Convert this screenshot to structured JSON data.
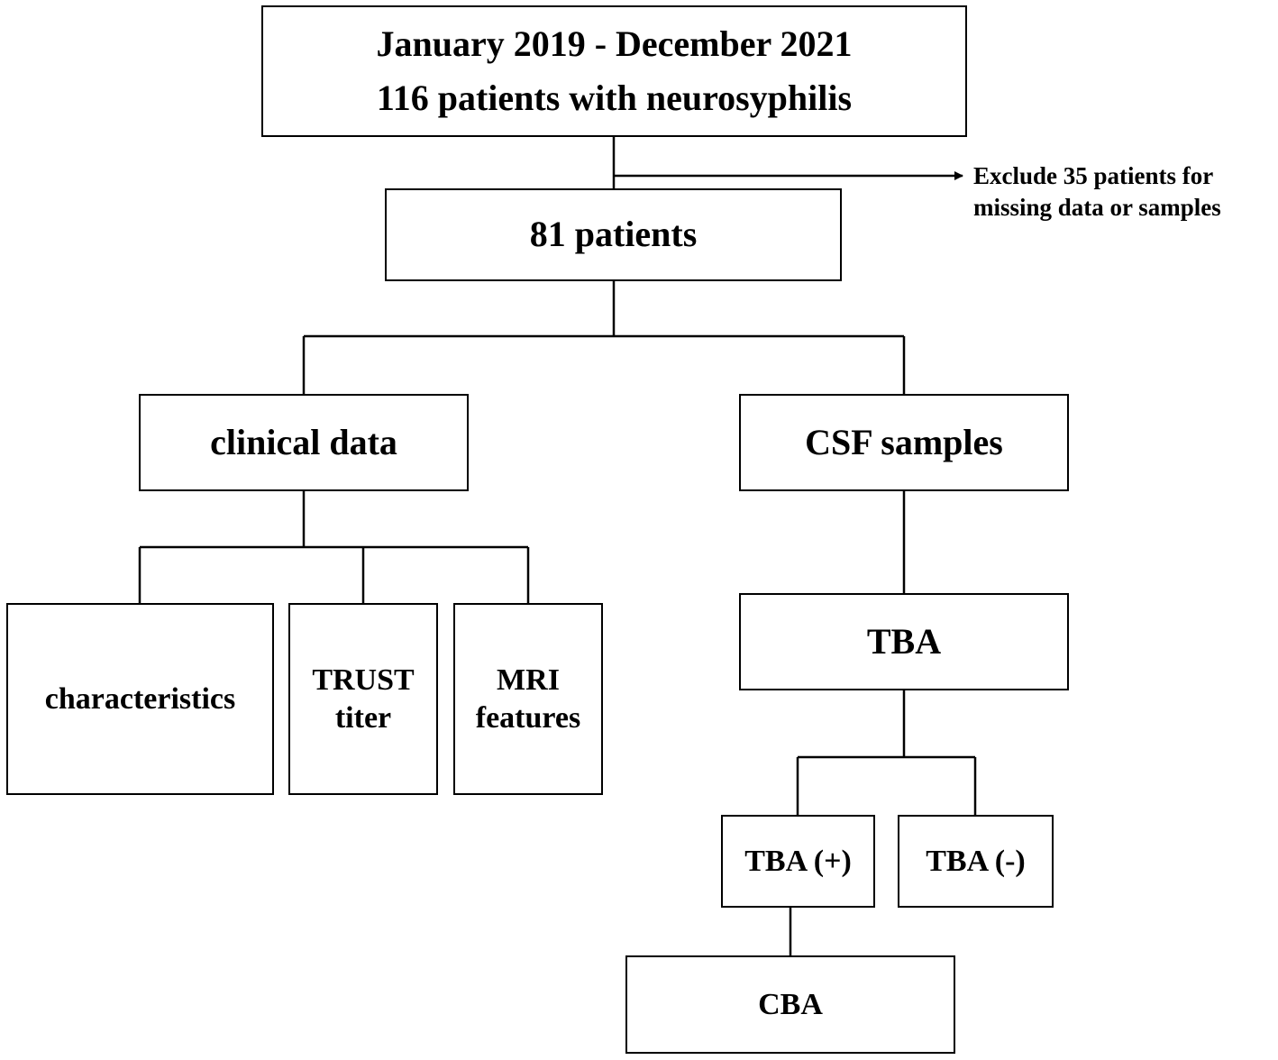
{
  "flowchart": {
    "top": {
      "line1": "January 2019 - December 2021",
      "line2": "116 patients with neurosyphilis"
    },
    "exclusion": {
      "line1": "Exclude 35 patients for",
      "line2": "missing data or samples"
    },
    "remaining": "81 patients",
    "clinical": "clinical data",
    "csf": "CSF samples",
    "characteristics": "characteristics",
    "trust": {
      "line1": "TRUST",
      "line2": "titer"
    },
    "mri": {
      "line1": "MRI",
      "line2": "features"
    },
    "tba": "TBA",
    "tba_pos": "TBA (+)",
    "tba_neg": "TBA (-)",
    "cba": "CBA"
  }
}
